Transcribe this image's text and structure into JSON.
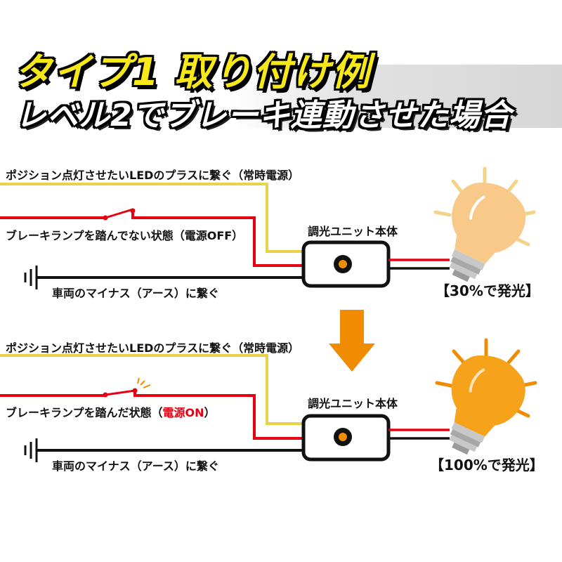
{
  "header": {
    "title": "タイプ1 取り付け例",
    "subtitle": "レベル2でブレーキ連動させた場合"
  },
  "diagram_top": {
    "position_line_label": "ポジション点灯させたいLEDのプラスに繋ぐ（常時電源）",
    "brake_label": "ブレーキランプを踏んでない状態（電源OFF）",
    "ground_label": "車両のマイナス（アース）に繋ぐ",
    "unit_label": "調光ユニット本体",
    "output_label": "【30%で発光】",
    "brightness_fraction": 0.3
  },
  "diagram_bottom": {
    "position_line_label": "ポジション点灯させたいLEDのプラスに繋ぐ（常時電源）",
    "brake_label_prefix": "ブレーキランプを踏んだ状態（",
    "brake_label_state": "電源ON",
    "brake_label_suffix": "）",
    "ground_label": "車両のマイナス（アース）に繋ぐ",
    "unit_label": "調光ユニット本体",
    "output_label": "【100%で発光】",
    "brightness_fraction": 1.0
  },
  "colors": {
    "yellow_wire": "#e8d24a",
    "red_wire": "#e60012",
    "black_wire": "#111111",
    "arrow": "#f08c00",
    "bulb_dim": "#f9c98a",
    "bulb_bright": "#f7a21b",
    "title_yellow": "#f7e81a"
  },
  "icons": [
    "switch-open-icon",
    "switch-closed-icon",
    "ground-symbol-icon",
    "bulb-icon",
    "down-arrow-icon",
    "dimmer-unit-icon"
  ]
}
